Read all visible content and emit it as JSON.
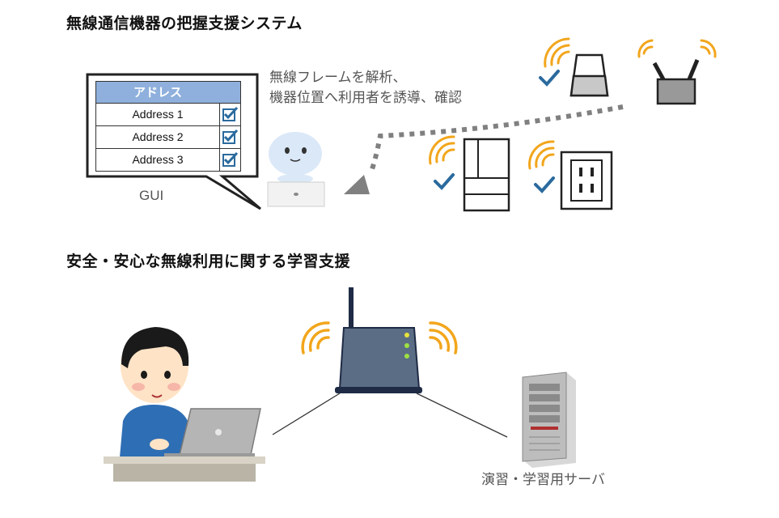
{
  "section1": {
    "title": "無線通信機器の把握支援システム",
    "description_line1": "無線フレームを解析、",
    "description_line2": "機器位置へ利用者を誘導、確認",
    "gui_label": "GUI",
    "table": {
      "header": "アドレス",
      "rows": [
        "Address 1",
        "Address 2",
        "Address 3"
      ]
    }
  },
  "section2": {
    "title": "安全・安心な無線利用に関する学習支援",
    "server_label": "演習・学習用サーバ"
  },
  "colors": {
    "wave": "#f2a61c",
    "check": "#2a6a9e",
    "header_blue": "#8fb0dc",
    "router_body": "#55657a",
    "arrow_dots": "#808080"
  }
}
